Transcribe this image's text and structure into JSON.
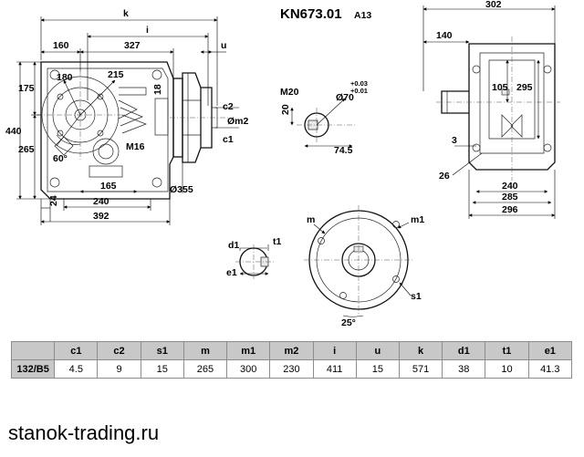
{
  "drawing": {
    "title": "KN673.01",
    "subtitle": "A13",
    "front_view": {
      "k": "k",
      "i": "i",
      "u": "u",
      "w160": "160",
      "w327": "327",
      "h440": "440",
      "h175": "175",
      "h265": "265",
      "r180": "180",
      "r215": "215",
      "a60": "60°",
      "h18": "18",
      "m16": "M16",
      "h24": "24",
      "w165": "165",
      "w240": "240",
      "w392": "392",
      "c2": "c2",
      "c1": "c1",
      "om2": "Øm2",
      "d355": "Ø355"
    },
    "shaft_detail": {
      "m20": "M20",
      "h20": "20",
      "tol_up": "+0.03",
      "tol_down": "+0.01",
      "d70": "Ø70",
      "w74_5": "74.5"
    },
    "side_view": {
      "w302": "302",
      "w140": "140",
      "h105": "105",
      "h295": "295",
      "t3": "3",
      "t26": "26",
      "w240": "240",
      "w285": "285",
      "w296": "296"
    },
    "flange_view": {
      "m": "m",
      "m1": "m1",
      "s1": "s1",
      "a25": "25°"
    },
    "key_detail": {
      "d1": "d1",
      "t1": "t1",
      "e1": "e1"
    }
  },
  "table": {
    "headers": [
      "",
      "c1",
      "c2",
      "s1",
      "m",
      "m1",
      "m2",
      "i",
      "u",
      "k",
      "d1",
      "t1",
      "e1"
    ],
    "rows": [
      [
        "132/B5",
        "4.5",
        "9",
        "15",
        "265",
        "300",
        "230",
        "411",
        "15",
        "571",
        "38",
        "10",
        "41.3"
      ]
    ]
  },
  "watermark": "stanok-trading.ru"
}
